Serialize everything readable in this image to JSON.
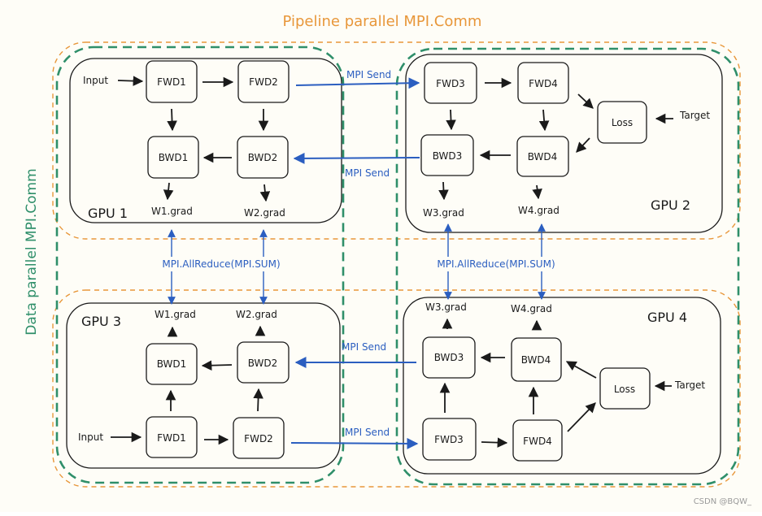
{
  "title": "Pipeline parallel MPI.Comm",
  "side_title": "Data parallel MPI.Comm",
  "watermark": "CSDN @BQW_",
  "colors": {
    "background": "#fefdf7",
    "orange_dash": "#e8973a",
    "green_dash": "#2f8f6a",
    "blue_arrow": "#2b5ec0",
    "black": "#1a1a1a"
  },
  "gpus": [
    {
      "label": "GPU 1"
    },
    {
      "label": "GPU 2"
    },
    {
      "label": "GPU 3"
    },
    {
      "label": "GPU 4"
    }
  ],
  "nodes": {
    "g1_fwd1": "FWD1",
    "g1_fwd2": "FWD2",
    "g1_bwd1": "BWD1",
    "g1_bwd2": "BWD2",
    "g2_fwd3": "FWD3",
    "g2_fwd4": "FWD4",
    "g2_bwd3": "BWD3",
    "g2_bwd4": "BWD4",
    "g2_loss": "Loss",
    "g3_bwd1": "BWD1",
    "g3_bwd2": "BWD2",
    "g3_fwd1": "FWD1",
    "g3_fwd2": "FWD2",
    "g4_bwd3": "BWD3",
    "g4_bwd4": "BWD4",
    "g4_fwd3": "FWD3",
    "g4_fwd4": "FWD4",
    "g4_loss": "Loss"
  },
  "labels": {
    "g1_input": "Input",
    "g3_input": "Input",
    "g2_target": "Target",
    "g4_target": "Target",
    "g1_w1grad": "W1.grad",
    "g1_w2grad": "W2.grad",
    "g2_w3grad": "W3.grad",
    "g2_w4grad": "W4.grad",
    "g3_w1grad": "W1.grad",
    "g3_w2grad": "W2.grad",
    "g4_w3grad": "W3.grad",
    "g4_w4grad": "W4.grad"
  },
  "edges": {
    "send_top_fwd": "MPI Send",
    "send_top_bwd": "MPI Send",
    "send_bottom_bwd": "MPI Send",
    "send_bottom_fwd": "MPI Send",
    "allreduce_left": "MPI.AllReduce(MPI.SUM)",
    "allreduce_right": "MPI.AllReduce(MPI.SUM)"
  }
}
